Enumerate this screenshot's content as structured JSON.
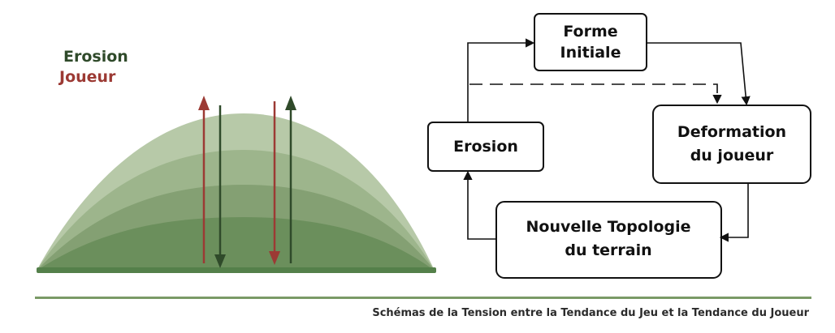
{
  "legend": {
    "erosion_label": "Erosion",
    "joueur_label": "Joueur",
    "erosion_color": "#2f4a2a",
    "joueur_color": "#9c3a34"
  },
  "colors": {
    "layer_1": "#b7c9a8",
    "layer_2": "#9db58c",
    "layer_3": "#84a073",
    "layer_4": "#6b8f5c",
    "ground": "#54804a",
    "divider": "#7a9a66",
    "box_stroke": "#111111",
    "flow_stroke": "#111111"
  },
  "flow": {
    "box_forme": {
      "line1": "Forme",
      "line2": "Initiale"
    },
    "box_deformation": {
      "line1": "Deformation",
      "line2": "du joueur"
    },
    "box_topologie": {
      "line1": "Nouvelle Topologie",
      "line2": "du terrain"
    },
    "box_erosion": {
      "line1": "Erosion"
    }
  },
  "caption": "Schémas de la Tension entre la Tendance du Jeu et la Tendance du Joueur"
}
